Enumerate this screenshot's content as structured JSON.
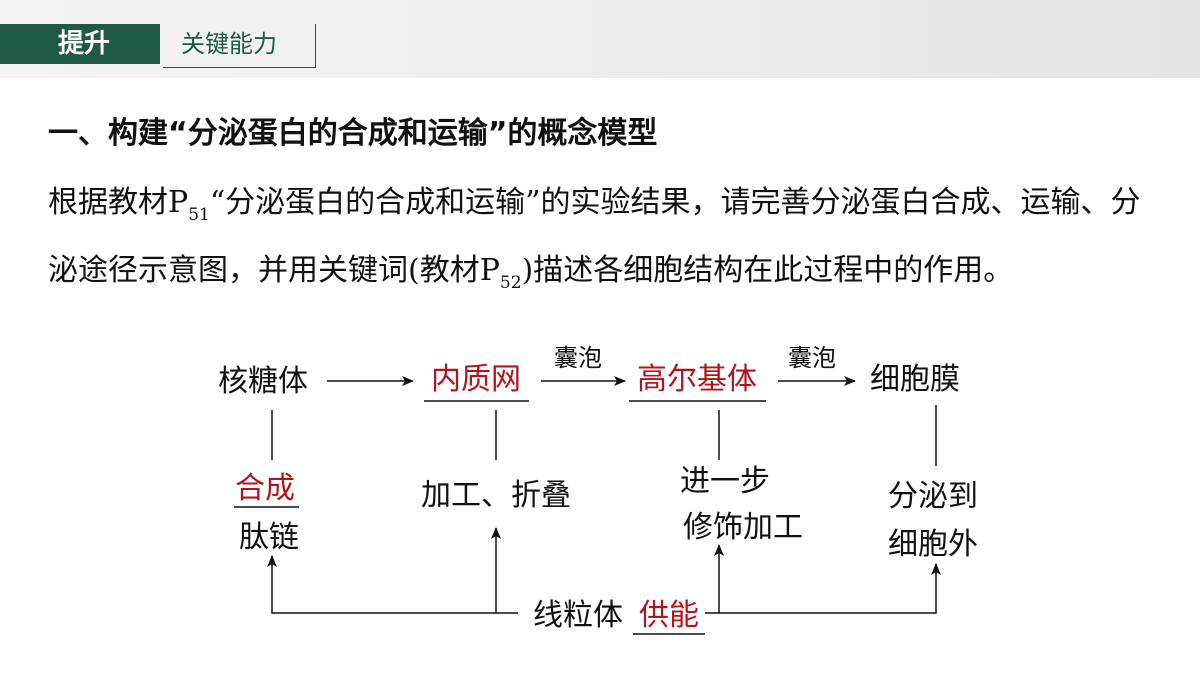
{
  "header": {
    "tab_primary": "提升",
    "tab_secondary": "关键能力"
  },
  "section": {
    "heading": "一、构建“分泌蛋白的合成和运输”的概念模型",
    "para_part1": "根据教材P",
    "para_sub1": "51",
    "para_part2": "“分泌蛋白的合成和运输”的实验结果，请完善分泌蛋白合成、运输、分泌途径示意图，并用关键词(教材P",
    "para_sub2": "52",
    "para_part3": ")描述各细胞结构在此过程中的作用。"
  },
  "diagram": {
    "ribosome": "核糖体",
    "er": "内质网",
    "golgi": "高尔基体",
    "membrane": "细胞膜",
    "vesicle1": "囊泡",
    "vesicle2": "囊泡",
    "func_ribosome_a": "合成",
    "func_ribosome_b": "肽链",
    "func_er": "加工、折叠",
    "func_golgi_a": "进一步",
    "func_golgi_b": "修饰加工",
    "func_membrane_a": "分泌到",
    "func_membrane_b": "细胞外",
    "mito_a": "线粒体",
    "mito_b": "供能"
  },
  "colors": {
    "accent_green": "#1f5a47",
    "answer_red": "#b3141b"
  }
}
